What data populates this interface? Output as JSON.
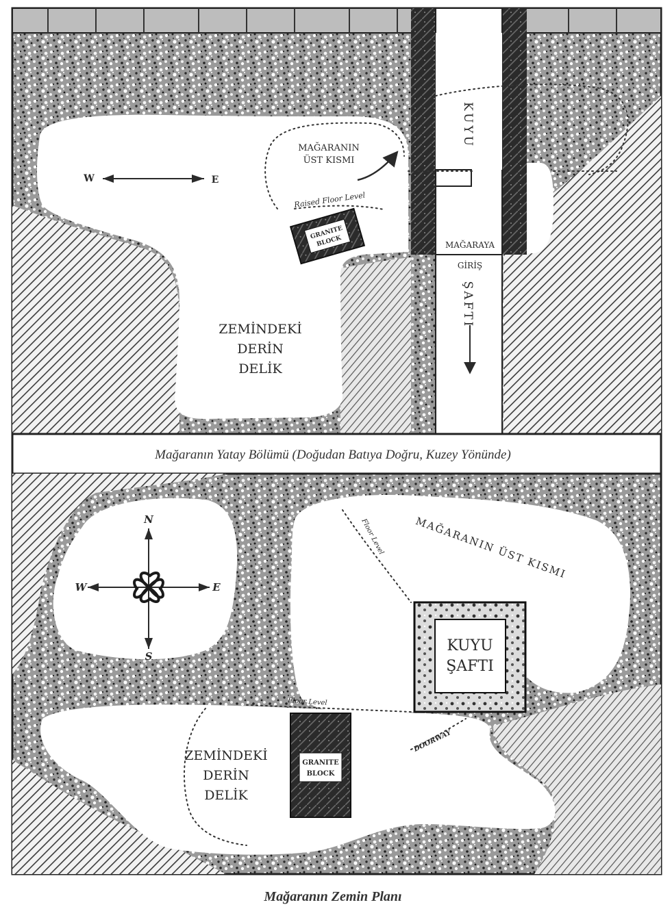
{
  "section": {
    "caption": "Mağaranın Yatay Bölümü (Doğudan Batıya Doğru, Kuzey Yönünde)",
    "upper_part_line1": "MAĞARANIN",
    "upper_part_line2": "ÜST KISMI",
    "well": "KUYU",
    "entrance_line1": "MAĞARAYA",
    "entrance_line2": "GİRİŞ",
    "shaft": "ŞAFTI",
    "hole_line1": "ZEMİNDEKİ",
    "hole_line2": "DERİN",
    "hole_line3": "DELİK",
    "west": "W",
    "east": "E",
    "block_line1": "GRANITE",
    "block_line2": "BLOCK",
    "floor_level": "Raised Floor Level"
  },
  "plan": {
    "caption": "Mağaranın Zemin Planı",
    "upper_part": "MAĞARANIN ÜST KISMI",
    "shaft_line1": "KUYU",
    "shaft_line2": "ŞAFTI",
    "hole_line1": "ZEMİNDEKİ",
    "hole_line2": "DERİN",
    "hole_line3": "DELİK",
    "block_line1": "GRANITE",
    "block_line2": "BLOCK",
    "north": "N",
    "south": "S",
    "west": "W",
    "east": "E",
    "floor_line_upper": "Floor Level",
    "floor_line_lower": "Floor Level",
    "doorway": "DOORWAY"
  }
}
